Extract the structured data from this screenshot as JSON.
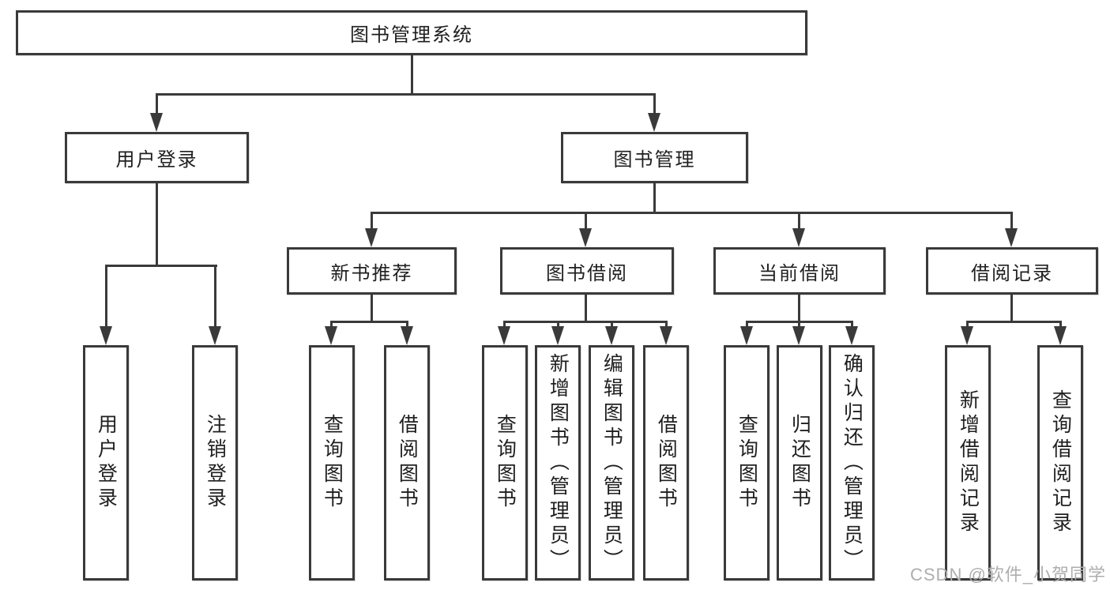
{
  "nodes": {
    "root": "图书管理系统",
    "level2": {
      "userLogin": "用户登录",
      "bookManagement": "图书管理"
    },
    "level3": {
      "newBooks": "新书推荐",
      "bookBorrow": "图书借阅",
      "currentBorrow": "当前借阅",
      "borrowRecords": "借阅记录"
    },
    "leaves": {
      "userLogin": [
        "用户登录",
        "注销登录"
      ],
      "newBooks": [
        "查询图书",
        "借阅图书"
      ],
      "bookBorrow": [
        "查询图书",
        "新增图书（管理员）",
        "编辑图书（管理员）",
        "借阅图书"
      ],
      "currentBorrow": [
        "查询图书",
        "归还图书",
        "确认归还（管理员）"
      ],
      "borrowRecords": [
        "新增借阅记录",
        "查询借阅记录"
      ]
    }
  },
  "watermark": "CSDN @软件_小贺同学",
  "colors": {
    "line": "#3a3a3a",
    "text": "#1f1f1f",
    "watermark": "#aeaeae",
    "bg": "#ffffff"
  }
}
